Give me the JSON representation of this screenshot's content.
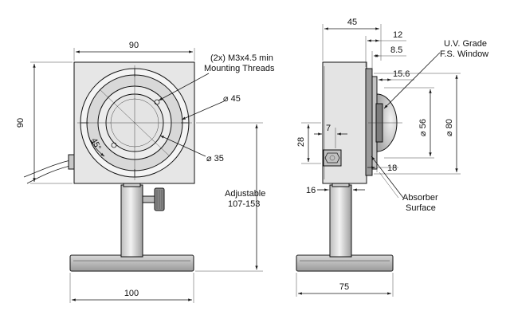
{
  "front_view": {
    "width_label": "90",
    "height_label": "90",
    "base_width_label": "100",
    "threads_line1": "(2x) M3x4.5 min",
    "threads_line2": "Mounting Threads",
    "outer_diameter_label": "⌀ 45",
    "inner_diameter_label": "⌀ 35",
    "angle_label": "45°",
    "adjustable_line1": "Adjustable",
    "adjustable_line2": "107-153"
  },
  "side_view": {
    "depth_label": "45",
    "dim_12": "12",
    "dim_8_5": "8.5",
    "dim_15_6": "15.6",
    "dim_56": "⌀ 56",
    "dim_80": "⌀ 80",
    "dim_7": "7",
    "dim_28": "28",
    "dim_18": "18",
    "dim_16": "16",
    "base_depth_label": "75",
    "window_line1": "U.V. Grade",
    "window_line2": "F.S. Window",
    "absorber_line1": "Absorber",
    "absorber_line2": "Surface"
  },
  "colors": {
    "body_fill": "#e2e2e2",
    "dark_fill": "#8a8a8a",
    "lens_fill": "#d4d4d4",
    "line": "#1a1a1a"
  }
}
